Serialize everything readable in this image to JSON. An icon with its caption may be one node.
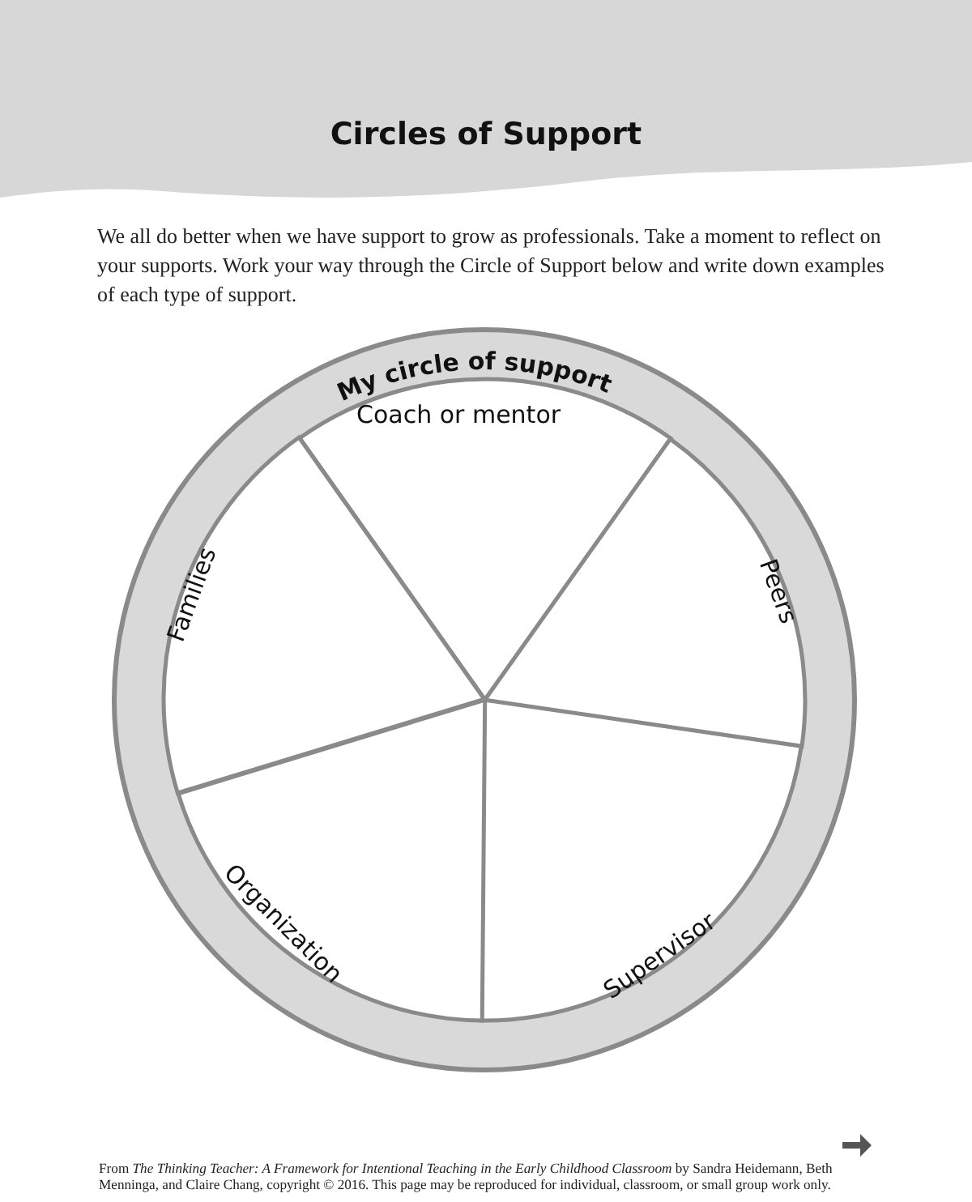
{
  "diagram": {
    "title": "Circles of Support",
    "nodes": [
      {
        "text": [
          "My circle of support"
        ]
      },
      {
        "text": [
          "Coach or mentor"
        ],
        "in": 0
      },
      {
        "text": [
          "Peers"
        ],
        "in": 0
      },
      {
        "text": [
          "Supervisor"
        ],
        "in": 0
      },
      {
        "text": [
          "Organization"
        ],
        "in": 0
      },
      {
        "text": [
          "Families"
        ],
        "in": 0
      }
    ],
    "edges": [],
    "labels": [
      "We all do better when we have support to grow as professionals. Take a moment to reflect on your supports. Work your way through the Circle of Support below and write down examples of each type of support.",
      "From *The Thinking Teacher: A Framework for Intentional Teaching in the Early Childhood Classroom* by Sandra Heidemann, Beth Menninga, and Claire Chang, copyright © 2016. This page may be reproduced for individual, classroom, or small group work only."
    ]
  }
}
